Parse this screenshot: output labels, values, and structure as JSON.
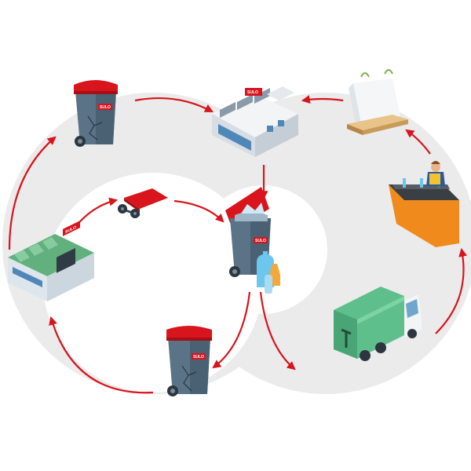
{
  "brand": {
    "label": "SULO"
  },
  "colors": {
    "accent_red": "#d8141c",
    "bin_body": "#5b7386",
    "bin_shadow": "#3f5465",
    "ring_fill": "#ebebeb",
    "truck_green": "#5fbf8c",
    "conveyor_orange": "#f08a1c",
    "factory_roof_green": "#62b07e",
    "bottle_blue": "#6cc6ee"
  },
  "nodes": [
    {
      "id": "used-bin-top",
      "icon": "damaged-wheelie-bin"
    },
    {
      "id": "bin-factory",
      "icon": "bin-manufacturing-plant"
    },
    {
      "id": "bulk-bag",
      "icon": "bulk-bag-on-pallet"
    },
    {
      "id": "sorting",
      "icon": "sorting-conveyor-worker"
    },
    {
      "id": "collection-truck",
      "icon": "garbage-truck"
    },
    {
      "id": "center-bin",
      "icon": "recycling-bin-with-bottles"
    },
    {
      "id": "used-bin-bottom",
      "icon": "damaged-wheelie-bin"
    },
    {
      "id": "regional-plant",
      "icon": "factory-green-roof"
    },
    {
      "id": "spare-lid",
      "icon": "bin-lid-and-wheels"
    }
  ]
}
